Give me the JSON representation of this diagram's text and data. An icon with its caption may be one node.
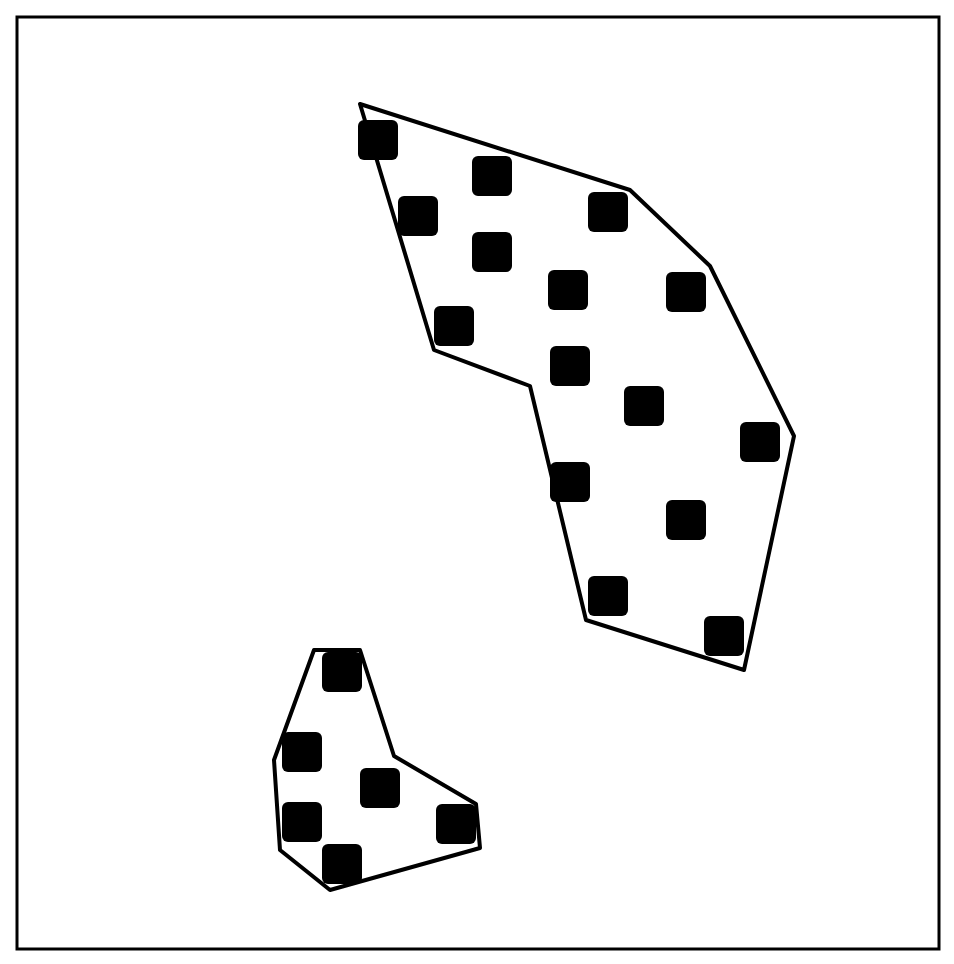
{
  "diagram": {
    "nodes": [
      {
        "text": [],
        "shape": "polygon"
      },
      {
        "text": [],
        "shape": "box",
        "in": 0
      },
      {
        "text": [],
        "shape": "box",
        "in": 0
      },
      {
        "text": [],
        "shape": "box",
        "in": 0
      },
      {
        "text": [],
        "shape": "box",
        "in": 0
      },
      {
        "text": [],
        "shape": "box",
        "in": 0
      },
      {
        "text": [],
        "shape": "box",
        "in": 0
      },
      {
        "text": [],
        "shape": "box",
        "in": 0
      },
      {
        "text": [],
        "shape": "box",
        "in": 0
      },
      {
        "text": [],
        "shape": "box",
        "in": 0
      },
      {
        "text": [],
        "shape": "box",
        "in": 0
      },
      {
        "text": [],
        "shape": "box",
        "in": 0
      },
      {
        "text": [],
        "shape": "box",
        "in": 0
      },
      {
        "text": [],
        "shape": "box",
        "in": 0
      },
      {
        "text": [],
        "shape": "box",
        "in": 0
      },
      {
        "text": [],
        "shape": "box",
        "in": 0
      },
      {
        "text": [],
        "shape": "polygon"
      },
      {
        "text": [],
        "shape": "box",
        "in": 16
      },
      {
        "text": [],
        "shape": "box",
        "in": 16
      },
      {
        "text": [],
        "shape": "box",
        "in": 16
      },
      {
        "text": [],
        "shape": "box",
        "in": 16
      },
      {
        "text": [],
        "shape": "box",
        "in": 16
      },
      {
        "text": [],
        "shape": "box",
        "in": 16
      }
    ]
  }
}
